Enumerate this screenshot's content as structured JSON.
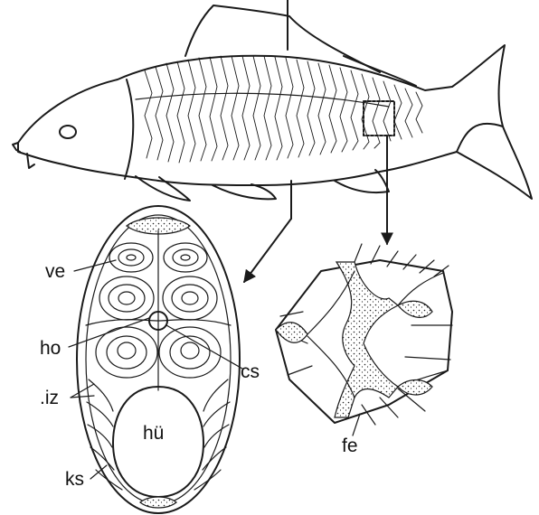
{
  "labels": {
    "ve": "ve",
    "ho": "ho",
    "iz": ".iz",
    "ks": "ks",
    "hu": "hü",
    "cs": "cs",
    "fe": "fe"
  }
}
